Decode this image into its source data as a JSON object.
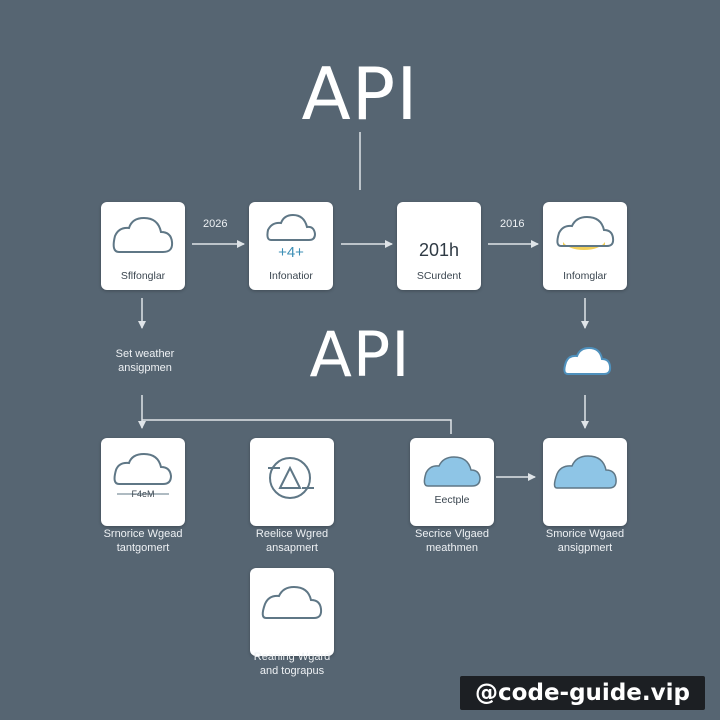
{
  "titles": {
    "top": "API",
    "middle": "API"
  },
  "nodes": [
    {
      "label": "Sflfonglar"
    },
    {
      "label": "Infonatior",
      "glyph": "+4+"
    },
    {
      "label": "SCurdent",
      "glyph": "201h"
    },
    {
      "label": "Infomglar"
    },
    {
      "label": "F4eM"
    },
    {
      "label": ""
    },
    {
      "label": "Eectple"
    },
    {
      "label": ""
    },
    {
      "label": ""
    }
  ],
  "edge_labels": {
    "e1": "2026",
    "e2": "2016"
  },
  "captions": {
    "c1": "Set weather\nansigpmen",
    "c2": "Srnorice Wgead\ntantgomert",
    "c3": "Reelice Wgred\nansapmert",
    "c4": "Secrice Vlgaed\nmeathmen",
    "c5": "Smorice Wgaed\nansigpmert",
    "c6": "Reaning Wgard\nand tograpus"
  },
  "watermark": "@code-guide.vip",
  "colors": {
    "background": "#566572",
    "card": "#ffffff",
    "cloud_outline": "#5f7786",
    "cloud_fill": "#8ec5e6",
    "accent_yellow": "#f1cf5a"
  }
}
